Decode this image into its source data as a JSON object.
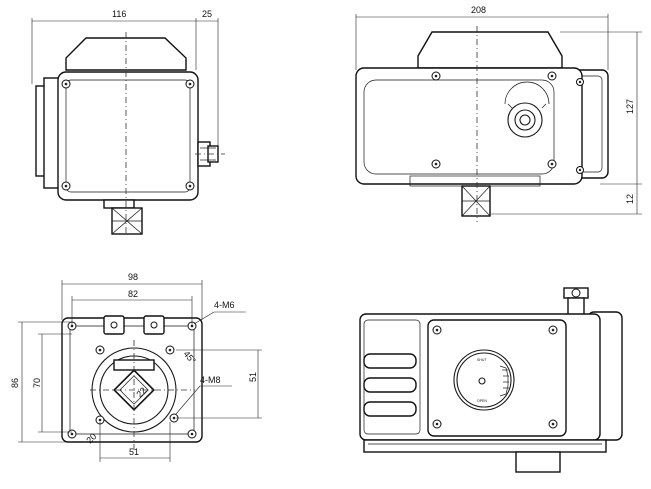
{
  "dimensions": {
    "top_left_width": "116",
    "top_left_side": "25",
    "top_right_width": "208",
    "top_right_height": "127",
    "top_right_shaft": "12",
    "bottom_left_outer": "98",
    "bottom_left_inner": "82",
    "bottom_left_height": "86",
    "bottom_left_height_inner": "70",
    "bottom_left_right": "51",
    "bottom_left_bottom": "51",
    "hole_label_m6": "4-M6",
    "hole_label_m8": "4-M8",
    "small_a": "45°",
    "small_b": "22",
    "small_c": "20"
  },
  "indicator": {
    "top_text": "SHUT",
    "bottom_text": "OPEN"
  },
  "colors": {
    "line": "#1a1a1a",
    "background": "#ffffff"
  }
}
